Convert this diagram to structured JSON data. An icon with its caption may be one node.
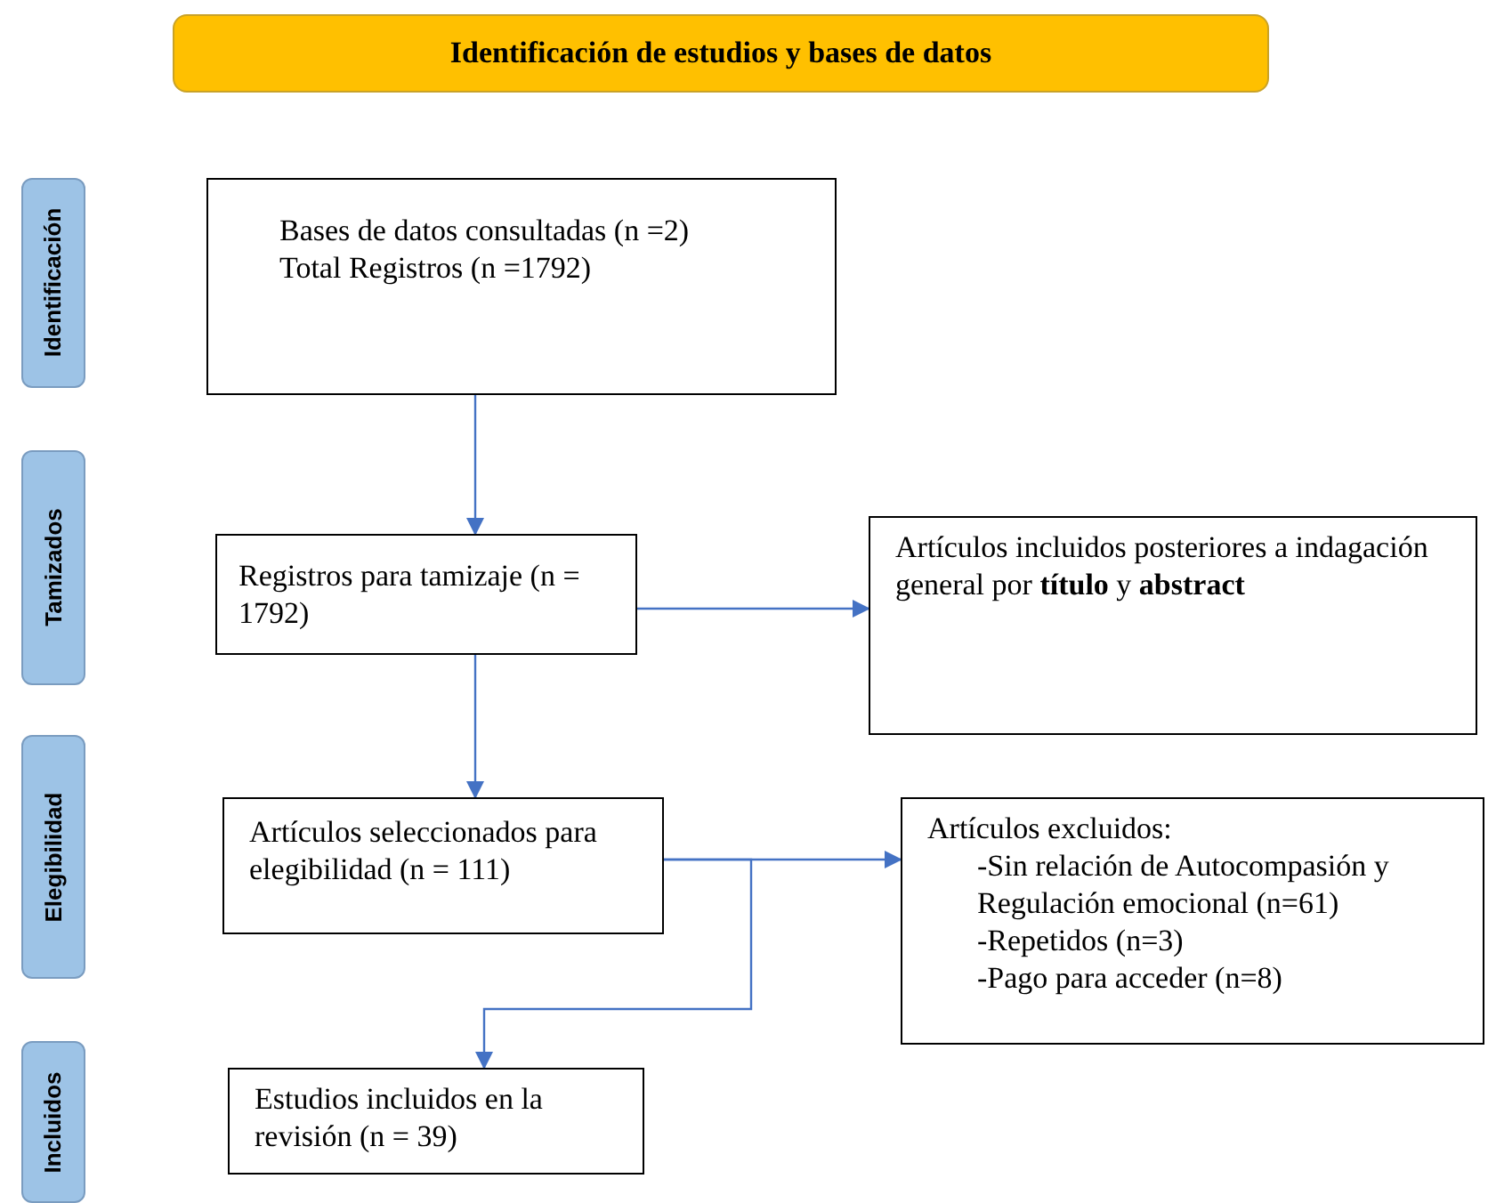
{
  "diagram": {
    "nodes": [
      {
        "text": [
          "Identificación de estudios y bases de datos"
        ]
      },
      {
        "text": [
          "Identificación"
        ]
      },
      {
        "text": [
          "Tamizados"
        ]
      },
      {
        "text": [
          "Elegibilidad"
        ]
      },
      {
        "text": [
          "Incluidos"
        ]
      },
      {
        "text": [
          "Bases de datos consultadas (n =2)",
          "Total Registros (n =1792)"
        ]
      },
      {
        "text": [
          "Registros para tamizaje (n = 1792)"
        ]
      },
      {
        "text": [
          "Artículos incluidos posteriores a indagación general por **título** y **abstract**"
        ]
      },
      {
        "text": [
          "Artículos seleccionados para elegibilidad (n = 111)"
        ]
      },
      {
        "text": [
          "Artículos excluidos:",
          "-Sin relación de Autocompasión y Regulación emocional  (n=61)",
          "-Repetidos (n=3)",
          "-Pago para acceder (n=8)"
        ]
      },
      {
        "text": [
          "Estudios incluidos en la revisión  (n = 39)"
        ]
      }
    ],
    "edges": [
      {
        "from": 5,
        "to": 6,
        "arrow": "to"
      },
      {
        "from": 6,
        "to": 7,
        "arrow": "to"
      },
      {
        "from": 6,
        "to": 8,
        "arrow": "to"
      },
      {
        "from": 8,
        "to": 9,
        "arrow": "to"
      },
      {
        "from": 8,
        "to": 10,
        "arrow": "to"
      }
    ]
  }
}
